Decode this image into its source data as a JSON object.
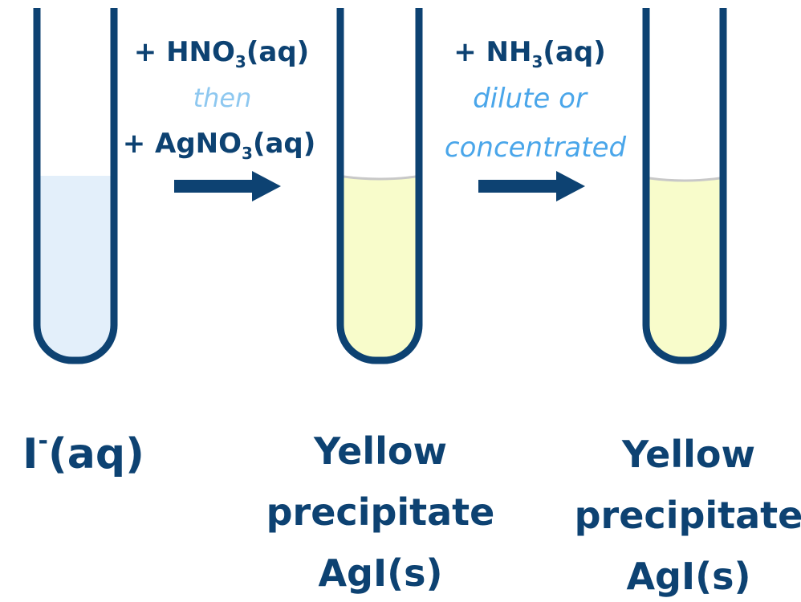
{
  "colors": {
    "tube": "#0d4272",
    "iodide_solution": "#e3effa",
    "precipitate": "#f8fccb",
    "meniscus": "#c8c8c8",
    "note_then": "#8ec8f0",
    "note_dilute": "#4aa6ea"
  },
  "step1": {
    "reagent1": "+ HNO",
    "reagent1_sub": "3",
    "reagent1_tail": "(aq)",
    "then": "then",
    "reagent2": "+ AgNO",
    "reagent2_sub": "3",
    "reagent2_tail": "(aq)"
  },
  "step2": {
    "reagent": "+ NH",
    "reagent_sub": "3",
    "reagent_tail": "(aq)",
    "note1": "dilute or",
    "note2": "concentrated"
  },
  "tube1": {
    "label": "I",
    "label_sup": "-",
    "label_tail": "(aq)"
  },
  "tube2": {
    "line1": "Yellow",
    "line2": "precipitate",
    "line3": "AgI(s)"
  },
  "tube3": {
    "line1": "Yellow",
    "line2": "precipitate",
    "line3": "AgI(s)"
  }
}
